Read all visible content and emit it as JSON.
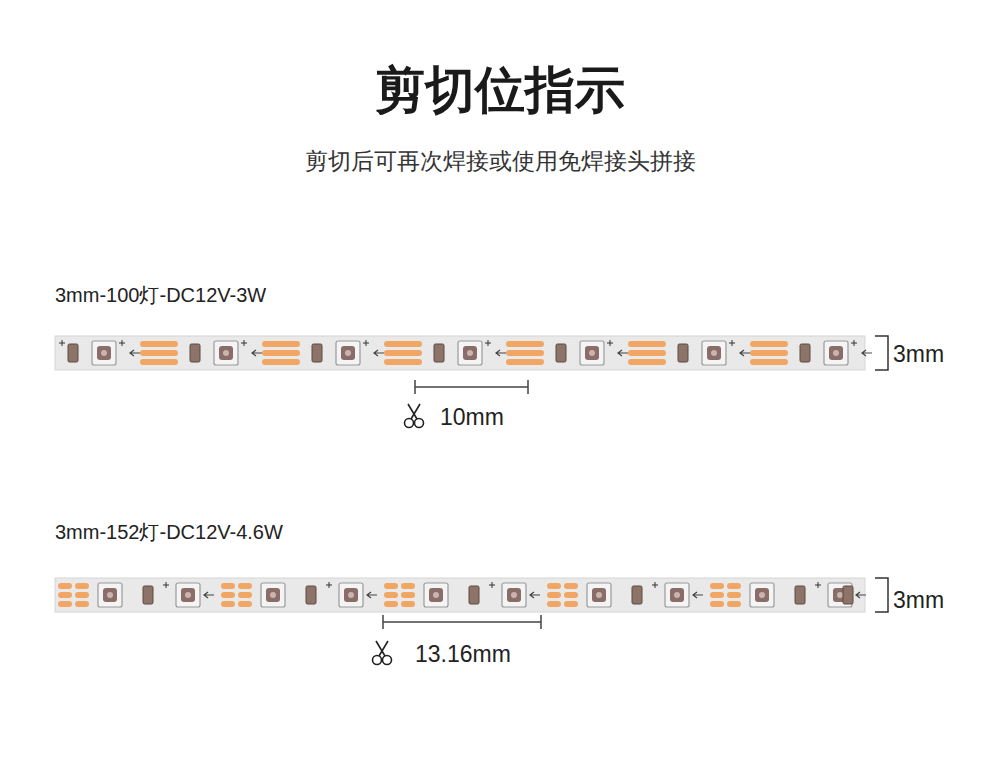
{
  "diagram": {
    "title": "剪切位指示",
    "labels": [
      "剪切后可再次焊接或使用免焊接头拼接",
      "3mm-100灯-DC12V-3W",
      "3mm",
      "10mm",
      "3mm-152灯-DC12V-4.6W",
      "3mm",
      "13.16mm"
    ]
  }
}
